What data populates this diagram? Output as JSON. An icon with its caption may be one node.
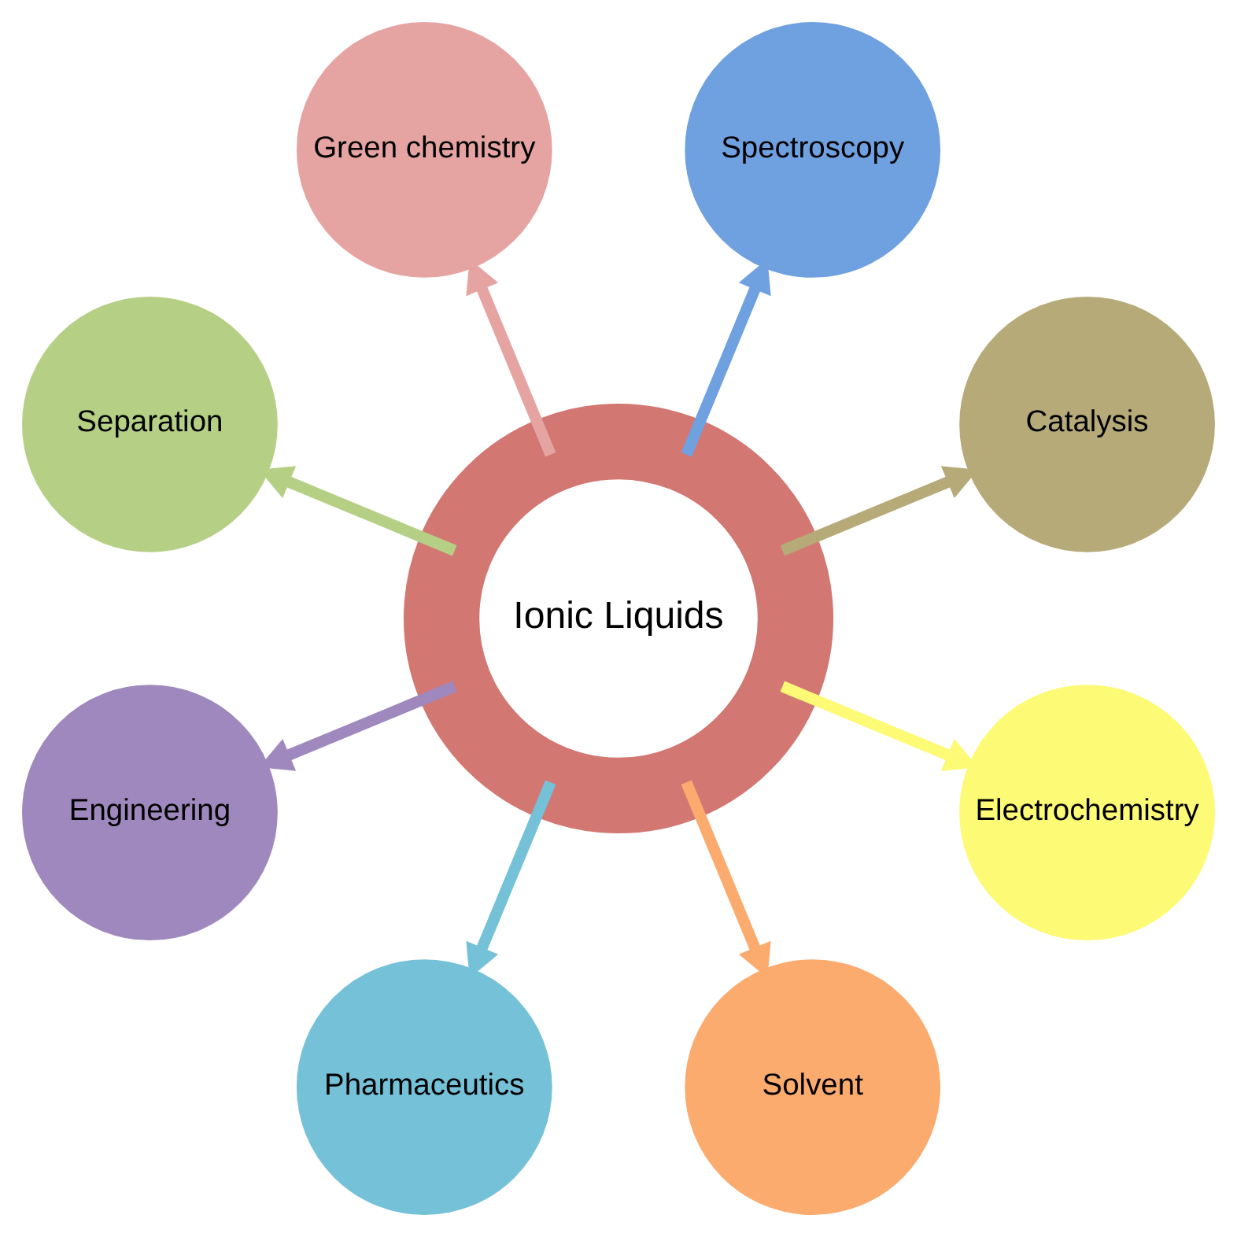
{
  "diagram": {
    "nodes": [
      {
        "text": [
          "Ionic Liquids"
        ]
      },
      {
        "text": [
          "Catalysis"
        ]
      },
      {
        "text": [
          "Spectroscopy"
        ]
      },
      {
        "text": [
          "Green chemistry"
        ]
      },
      {
        "text": [
          "Separation"
        ]
      },
      {
        "text": [
          "Engineering"
        ]
      },
      {
        "text": [
          "Pharmaceutics"
        ]
      },
      {
        "text": [
          "Solvent"
        ]
      },
      {
        "text": [
          "Electrochemistry"
        ]
      }
    ],
    "edges": [
      {
        "from": 0,
        "to": 1,
        "arrow": "to",
        "color": "#b5aa78"
      },
      {
        "from": 0,
        "to": 2,
        "arrow": "to",
        "color": "#6fa0e0"
      },
      {
        "from": 0,
        "to": 3,
        "arrow": "to",
        "color": "#e5a4a2"
      },
      {
        "from": 0,
        "to": 4,
        "arrow": "to",
        "color": "#b5d085"
      },
      {
        "from": 0,
        "to": 5,
        "arrow": "to",
        "color": "#9f88bd"
      },
      {
        "from": 0,
        "to": 6,
        "arrow": "to",
        "color": "#74c1d8"
      },
      {
        "from": 0,
        "to": 7,
        "arrow": "to",
        "color": "#fcab6f"
      },
      {
        "from": 0,
        "to": 8,
        "arrow": "to",
        "color": "#fdfa76"
      }
    ]
  }
}
